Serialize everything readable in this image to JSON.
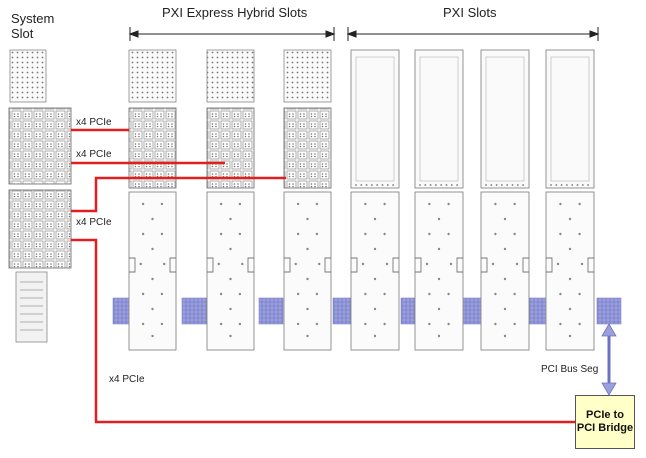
{
  "labels": {
    "system_slot_line1": "System",
    "system_slot_line2": "Slot",
    "hybrid_slots": "PXI Express Hybrid Slots",
    "pxi_slots": "PXI Slots",
    "link1": "x4 PCIe",
    "link2": "x4 PCIe",
    "link3": "x4 PCIe",
    "link4": "x4 PCIe",
    "bus_seg": "PCI Bus Seg",
    "bridge_line1": "PCIe to",
    "bridge_line2": "PCI Bridge"
  },
  "colors": {
    "link": "#e02020",
    "bus": "#9aa0dd",
    "bridge_fill": "#ffffc8",
    "slot_stroke": "#888888"
  }
}
